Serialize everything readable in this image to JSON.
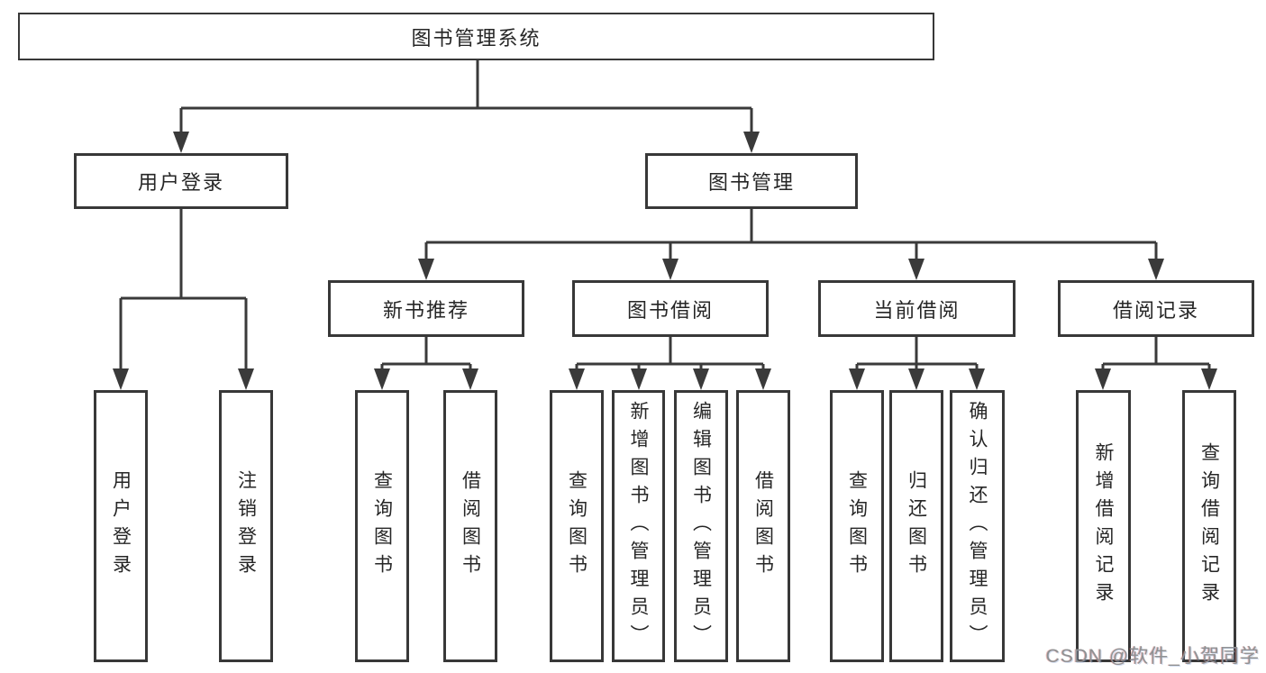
{
  "diagram": {
    "root": "图书管理系统",
    "branches": [
      {
        "label": "用户登录",
        "children": [
          "用户登录",
          "注销登录"
        ]
      },
      {
        "label": "图书管理",
        "groups": [
          {
            "label": "新书推荐",
            "children": [
              "查询图书",
              "借阅图书"
            ]
          },
          {
            "label": "图书借阅",
            "children": [
              "查询图书",
              "新增图书（管理员）",
              "编辑图书（管理员）",
              "借阅图书"
            ]
          },
          {
            "label": "当前借阅",
            "children": [
              "查询图书",
              "归还图书",
              "确认归还（管理员）"
            ]
          },
          {
            "label": "借阅记录",
            "children": [
              "新增借阅记录",
              "查询借阅记录"
            ]
          }
        ]
      }
    ]
  },
  "watermark": "CSDN @软件_小贺同学",
  "colors": {
    "line": "#3a3a3a",
    "box_border": "#383838",
    "text": "#262626",
    "watermark": "#8f9193"
  }
}
